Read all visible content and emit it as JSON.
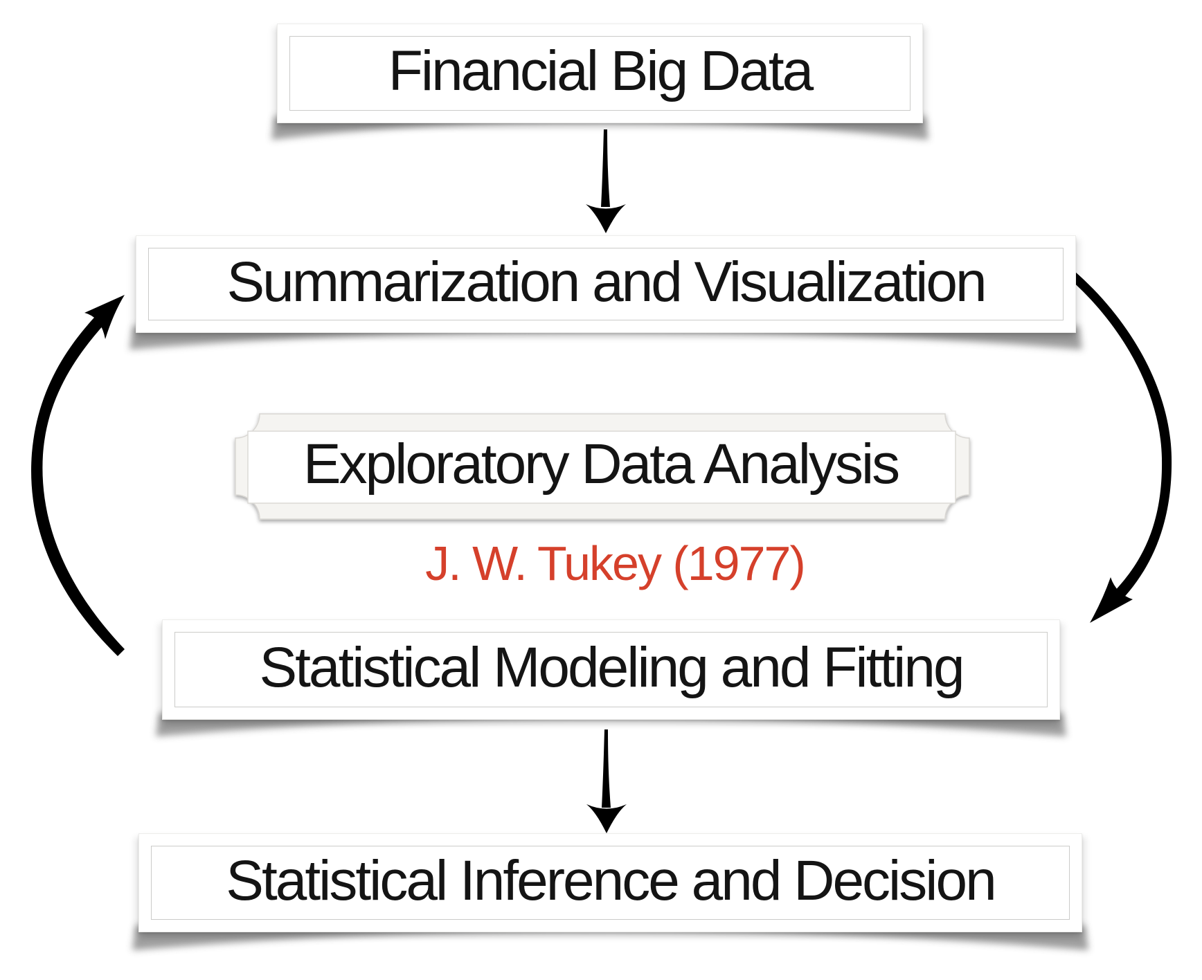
{
  "diagram": {
    "type": "flowchart",
    "nodes": [
      {
        "id": "financial-big-data",
        "label": "Financial Big Data",
        "shape": "rectangle"
      },
      {
        "id": "summarization-and-visualization",
        "label": "Summarization and Visualization",
        "shape": "rectangle"
      },
      {
        "id": "exploratory-data-analysis",
        "label": "Exploratory Data Analysis",
        "shape": "plaque"
      },
      {
        "id": "statistical-modeling-and-fitting",
        "label": "Statistical Modeling and Fitting",
        "shape": "rectangle"
      },
      {
        "id": "statistical-inference-and-decision",
        "label": "Statistical Inference and Decision",
        "shape": "rectangle"
      }
    ],
    "citation": {
      "label": "J. W. Tukey (1977)",
      "color": "#d5402b"
    },
    "edges": [
      {
        "from": "financial-big-data",
        "to": "summarization-and-visualization",
        "style": "straight-down-arrow"
      },
      {
        "from": "summarization-and-visualization",
        "to": "statistical-modeling-and-fitting",
        "style": "curved-arrow-right-side"
      },
      {
        "from": "statistical-modeling-and-fitting",
        "to": "summarization-and-visualization",
        "style": "curved-arrow-left-side"
      },
      {
        "from": "statistical-modeling-and-fitting",
        "to": "statistical-inference-and-decision",
        "style": "straight-down-arrow"
      }
    ],
    "colors": {
      "text": "#141414",
      "citation_red": "#d5402b",
      "arrow": "#000000",
      "node_background": "#ffffff",
      "plaque_background": "#f5f4f1",
      "inner_border": "#cbcbc9"
    }
  }
}
